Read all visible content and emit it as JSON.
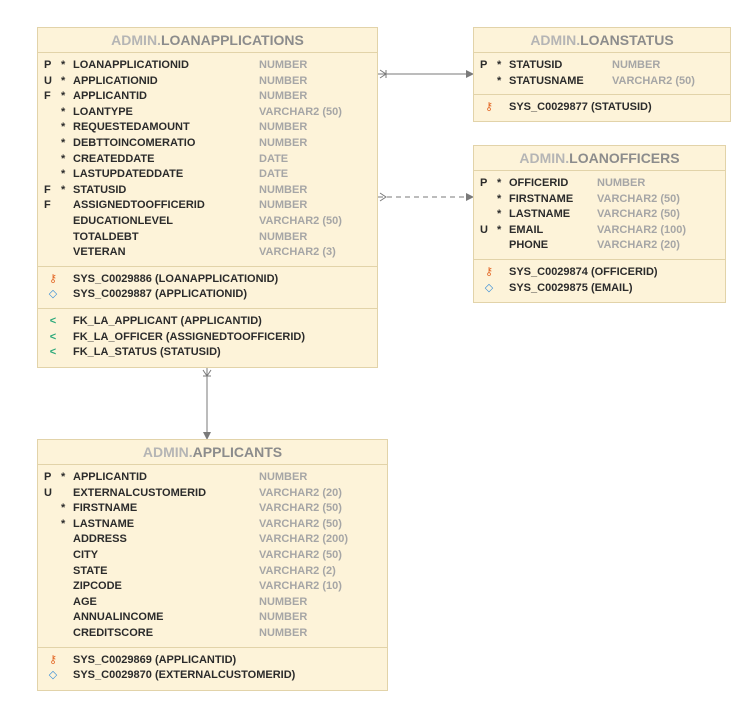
{
  "entities": {
    "loanapplications": {
      "schema": "ADMIN.",
      "name": "LOANAPPLICATIONS",
      "columns": [
        {
          "key": "P",
          "req": "*",
          "name": "LOANAPPLICATIONID",
          "type": "NUMBER"
        },
        {
          "key": "U",
          "req": "*",
          "name": "APPLICATIONID",
          "type": "NUMBER"
        },
        {
          "key": "F",
          "req": "*",
          "name": "APPLICANTID",
          "type": "NUMBER"
        },
        {
          "key": "",
          "req": "*",
          "name": "LOANTYPE",
          "type": "VARCHAR2 (50)"
        },
        {
          "key": "",
          "req": "*",
          "name": "REQUESTEDAMOUNT",
          "type": "NUMBER"
        },
        {
          "key": "",
          "req": "*",
          "name": "DEBTTOINCOMERATIO",
          "type": "NUMBER"
        },
        {
          "key": "",
          "req": "*",
          "name": "CREATEDDATE",
          "type": "DATE"
        },
        {
          "key": "",
          "req": "*",
          "name": "LASTUPDATEDDATE",
          "type": "DATE"
        },
        {
          "key": "F",
          "req": "*",
          "name": "STATUSID",
          "type": "NUMBER"
        },
        {
          "key": "F",
          "req": "",
          "name": "ASSIGNEDTOOFFICERID",
          "type": "NUMBER"
        },
        {
          "key": "",
          "req": "",
          "name": "EDUCATIONLEVEL",
          "type": "VARCHAR2 (50)"
        },
        {
          "key": "",
          "req": "",
          "name": "TOTALDEBT",
          "type": "NUMBER"
        },
        {
          "key": "",
          "req": "",
          "name": "VETERAN",
          "type": "VARCHAR2 (3)"
        }
      ],
      "constraints": [
        {
          "icon": "primary-key",
          "text": "SYS_C0029886 (LOANAPPLICATIONID)"
        },
        {
          "icon": "unique-key",
          "text": "SYS_C0029887 (APPLICATIONID)"
        }
      ],
      "foreign_keys": [
        {
          "icon": "foreign-key",
          "text": "FK_LA_APPLICANT (APPLICANTID)"
        },
        {
          "icon": "foreign-key",
          "text": "FK_LA_OFFICER (ASSIGNEDTOOFFICERID)"
        },
        {
          "icon": "foreign-key",
          "text": "FK_LA_STATUS (STATUSID)"
        }
      ]
    },
    "loanstatus": {
      "schema": "ADMIN.",
      "name": "LOANSTATUS",
      "columns": [
        {
          "key": "P",
          "req": "*",
          "name": "STATUSID",
          "type": "NUMBER"
        },
        {
          "key": "",
          "req": "*",
          "name": "STATUSNAME",
          "type": "VARCHAR2 (50)"
        }
      ],
      "constraints": [
        {
          "icon": "primary-key",
          "text": "SYS_C0029877 (STATUSID)"
        }
      ]
    },
    "loanofficers": {
      "schema": "ADMIN.",
      "name": "LOANOFFICERS",
      "columns": [
        {
          "key": "P",
          "req": "*",
          "name": "OFFICERID",
          "type": "NUMBER"
        },
        {
          "key": "",
          "req": "*",
          "name": "FIRSTNAME",
          "type": "VARCHAR2 (50)"
        },
        {
          "key": "",
          "req": "*",
          "name": "LASTNAME",
          "type": "VARCHAR2 (50)"
        },
        {
          "key": "U",
          "req": "*",
          "name": "EMAIL",
          "type": "VARCHAR2 (100)"
        },
        {
          "key": "",
          "req": "",
          "name": "PHONE",
          "type": "VARCHAR2 (20)"
        }
      ],
      "constraints": [
        {
          "icon": "primary-key",
          "text": "SYS_C0029874 (OFFICERID)"
        },
        {
          "icon": "unique-key",
          "text": "SYS_C0029875 (EMAIL)"
        }
      ]
    },
    "applicants": {
      "schema": "ADMIN.",
      "name": "APPLICANTS",
      "columns": [
        {
          "key": "P",
          "req": "*",
          "name": "APPLICANTID",
          "type": "NUMBER"
        },
        {
          "key": "U",
          "req": "",
          "name": "EXTERNALCUSTOMERID",
          "type": "VARCHAR2 (20)"
        },
        {
          "key": "",
          "req": "*",
          "name": "FIRSTNAME",
          "type": "VARCHAR2 (50)"
        },
        {
          "key": "",
          "req": "*",
          "name": "LASTNAME",
          "type": "VARCHAR2 (50)"
        },
        {
          "key": "",
          "req": "",
          "name": "ADDRESS",
          "type": "VARCHAR2 (200)"
        },
        {
          "key": "",
          "req": "",
          "name": "CITY",
          "type": "VARCHAR2 (50)"
        },
        {
          "key": "",
          "req": "",
          "name": "STATE",
          "type": "VARCHAR2 (2)"
        },
        {
          "key": "",
          "req": "",
          "name": "ZIPCODE",
          "type": "VARCHAR2 (10)"
        },
        {
          "key": "",
          "req": "",
          "name": "AGE",
          "type": "NUMBER"
        },
        {
          "key": "",
          "req": "",
          "name": "ANNUALINCOME",
          "type": "NUMBER"
        },
        {
          "key": "",
          "req": "",
          "name": "CREDITSCORE",
          "type": "NUMBER"
        }
      ],
      "constraints": [
        {
          "icon": "primary-key",
          "text": "SYS_C0029869 (APPLICANTID)"
        },
        {
          "icon": "unique-key",
          "text": "SYS_C0029870 (EXTERNALCUSTOMERID)"
        }
      ]
    }
  },
  "colors": {
    "entity_fill": "#fdf3d9",
    "entity_border": "#e2d3a9",
    "schema_text": "#b5b5b5",
    "type_text": "#a6a6a6",
    "primary_key_icon": "#e36a2a",
    "unique_key_icon": "#3a8fd8",
    "foreign_key_icon": "#2aa879",
    "connector": "#7a7a7a"
  }
}
